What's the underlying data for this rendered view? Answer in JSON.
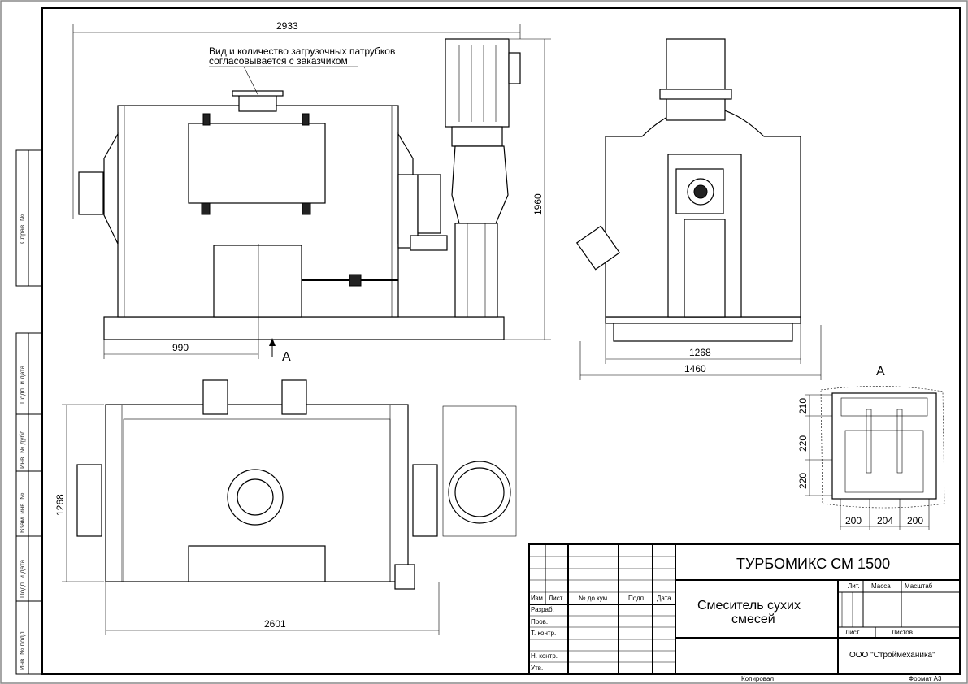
{
  "title_block": {
    "product": "ТУРБОМИКС СМ 1500",
    "name_line1": "Смеситель сухих",
    "name_line2": "смесей",
    "company": "ООО \"Строймеханика\"",
    "headers": {
      "izm": "Изм.",
      "list": "Лист",
      "doc": "№ до кум.",
      "podp": "Подп.",
      "date": "Дата"
    },
    "roles": [
      "Разраб.",
      "Пров.",
      "Т. контр.",
      "Н. контр.",
      "Утв."
    ],
    "lit": "Лит.",
    "mass": "Масса",
    "scale": "Масштаб",
    "sheet": "Лист",
    "sheets": "Листов",
    "copied": "Копировал",
    "format": "Формат А3"
  },
  "side_strip": [
    "Справ. №",
    "Подп. и дата",
    "Инв. № дубл.",
    "Взам. инв. №",
    "Подп. и дата",
    "Инв. № подл."
  ],
  "front_view": {
    "note_line1": "Вид и количество загрузочных патрубков",
    "note_line2": "согласовывается с заказчиком",
    "dim_length": "2933",
    "dim_height": "1960",
    "dim_inlet": "990",
    "view_arrow": "А"
  },
  "side_view": {
    "dim_inner": "1268",
    "dim_outer": "1460"
  },
  "plan_view": {
    "dim_width": "1268",
    "dim_length": "2601"
  },
  "view_a": {
    "label": "А",
    "dims_v": [
      "210",
      "220",
      "220"
    ],
    "dims_h": [
      "200",
      "204",
      "200"
    ]
  }
}
